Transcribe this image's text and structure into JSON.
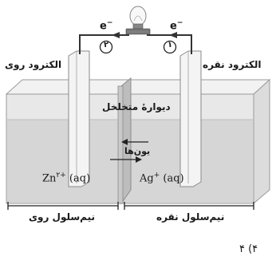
{
  "labels": {
    "electron": "e",
    "electron_charge": "−",
    "circuit_marker_left": "۲",
    "circuit_marker_right": "۱",
    "electrode_left": "الکترود روی",
    "electrode_right": "الکترود نقره",
    "porous_wall": "دیوارهٔ متخلخل",
    "ions": "یون‌ها",
    "solution_left_symbol": "Zn",
    "solution_left_charge": "۲+",
    "solution_left_state": "(aq)",
    "solution_right_symbol": "Ag",
    "solution_right_charge": "+",
    "solution_right_state": "(aq)",
    "halfcell_left": "نیم‌سلول روی",
    "halfcell_right": "نیم‌سلول نقره",
    "option_number": "۴ (۴"
  },
  "colors": {
    "tank_fill": "#e6e6e6",
    "solution_fill": "#d9d9d9",
    "electrode_fill": "#f0f0f0",
    "wire": "#333333",
    "text": "#1a1a1a"
  }
}
